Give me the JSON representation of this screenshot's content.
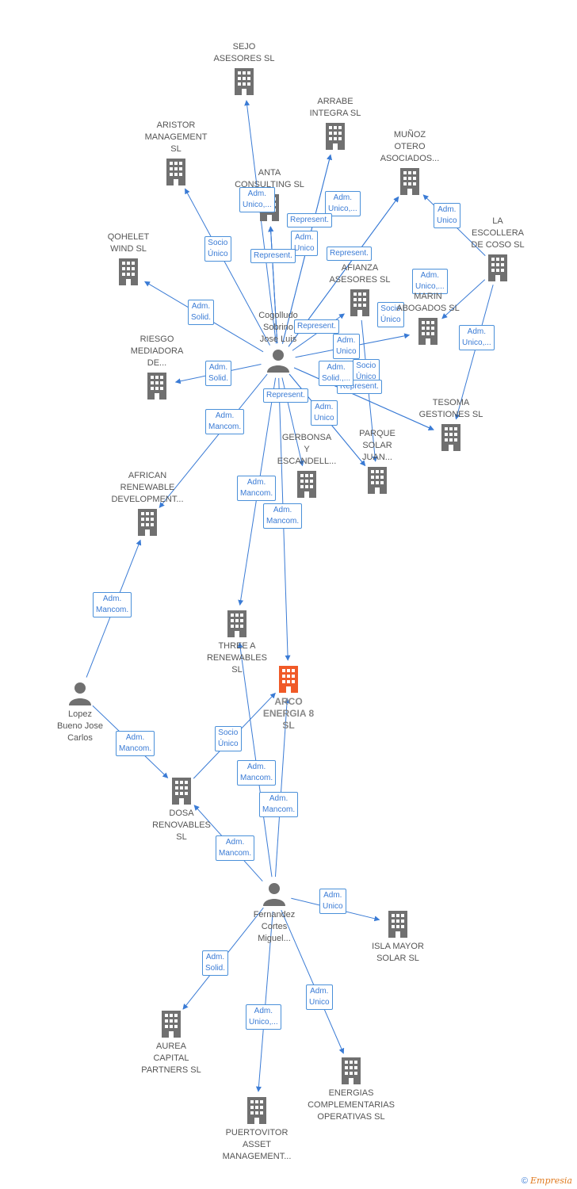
{
  "brand": {
    "copyright": "©",
    "name": "Empresia"
  },
  "colors": {
    "company": "#707070",
    "main": "#f05a28",
    "person": "#707070",
    "edge": "#3a7bd5"
  },
  "nodes": [
    {
      "id": "sejo",
      "kind": "company",
      "label": "SEJO\nASESORES SL"
    },
    {
      "id": "arrabe",
      "kind": "company",
      "label": "ARRABE\nINTEGRA SL"
    },
    {
      "id": "aristor",
      "kind": "company",
      "label": "ARISTOR\nMANAGEMENT\nSL"
    },
    {
      "id": "munoz",
      "kind": "company",
      "label": "MUÑOZ\nOTERO\nASOCIADOS..."
    },
    {
      "id": "anta",
      "kind": "company",
      "label": "ANTA\nCONSULTING SL"
    },
    {
      "id": "escollera",
      "kind": "company",
      "label": "LA\nESCOLLERA\nDE COSO  SL"
    },
    {
      "id": "qohelet",
      "kind": "company",
      "label": "QOHELET\nWIND  SL"
    },
    {
      "id": "afianza",
      "kind": "company",
      "label": "AFIANZA\nASESORES SL"
    },
    {
      "id": "marin",
      "kind": "company",
      "label": "MARIN\nABOGADOS  SL"
    },
    {
      "id": "cogolludo",
      "kind": "person",
      "label": "Cogolludo\nSobrino\nJose Luis"
    },
    {
      "id": "riesgo",
      "kind": "company",
      "label": "RIESGO\nMEDIADORA\nDE..."
    },
    {
      "id": "tesoma",
      "kind": "company",
      "label": "TESOMA\nGESTIONES SL"
    },
    {
      "id": "gerbonsa",
      "kind": "company",
      "label": "GERBONSA\nY\nESCANDELL..."
    },
    {
      "id": "parque",
      "kind": "company",
      "label": "PARQUE\nSOLAR\nJUAN..."
    },
    {
      "id": "african",
      "kind": "company",
      "label": "AFRICAN\nRENEWABLE\nDEVELOPMENT..."
    },
    {
      "id": "threea",
      "kind": "company",
      "label": "THREE A\nRENEWABLES\nSL"
    },
    {
      "id": "arco",
      "kind": "main",
      "label": "ARCO\nENERGIA 8\nSL"
    },
    {
      "id": "lopez",
      "kind": "person",
      "label": "Lopez\nBueno Jose\nCarlos"
    },
    {
      "id": "dosa",
      "kind": "company",
      "label": "DOSA\nRENOVABLES\nSL"
    },
    {
      "id": "fernandez",
      "kind": "person",
      "label": "Fernandez\nCortes\nMiguel..."
    },
    {
      "id": "isla",
      "kind": "company",
      "label": "ISLA MAYOR\nSOLAR  SL"
    },
    {
      "id": "aurea",
      "kind": "company",
      "label": "AUREA\nCAPITAL\nPARTNERS  SL"
    },
    {
      "id": "energias",
      "kind": "company",
      "label": "ENERGIAS\nCOMPLEMENTARIAS\nOPERATIVAS SL"
    },
    {
      "id": "puertovitor",
      "kind": "company",
      "label": "PUERTOVITOR\nASSET\nMANAGEMENT..."
    }
  ],
  "edges": [
    {
      "from": "cogolludo",
      "to": "sejo",
      "label": ""
    },
    {
      "from": "cogolludo",
      "to": "arrabe",
      "label": "Adm.\nUnico,..."
    },
    {
      "from": "cogolludo",
      "to": "arrabe",
      "label": ""
    },
    {
      "from": "cogolludo",
      "to": "aristor",
      "label": "Socio\nÚnico"
    },
    {
      "from": "cogolludo",
      "to": "anta",
      "label": "Adm.\nUnico,..."
    },
    {
      "from": "cogolludo",
      "to": "anta",
      "label": "Represent."
    },
    {
      "from": "cogolludo",
      "to": "anta",
      "label": "Adm.\nUnico"
    },
    {
      "from": "cogolludo",
      "to": "munoz",
      "label": "Represent."
    },
    {
      "from": "cogolludo",
      "to": "munoz",
      "label": "Represent."
    },
    {
      "from": "escollera",
      "to": "munoz",
      "label": "Adm.\nUnico"
    },
    {
      "from": "escollera",
      "to": "marin",
      "label": "Adm.\nUnico,..."
    },
    {
      "from": "escollera",
      "to": "tesoma",
      "label": "Adm.\nUnico,..."
    },
    {
      "from": "cogolludo",
      "to": "qohelet",
      "label": "Adm.\nSolid."
    },
    {
      "from": "cogolludo",
      "to": "afianza",
      "label": "Represent."
    },
    {
      "from": "cogolludo",
      "to": "marin",
      "label": "Adm.\nUnico"
    },
    {
      "from": "afianza",
      "to": "parque",
      "label": "Socio\nÚnico"
    },
    {
      "from": "cogolludo",
      "to": "riesgo",
      "label": "Adm.\nSolid."
    },
    {
      "from": "cogolludo",
      "to": "tesoma",
      "label": "Socio\nÚnico"
    },
    {
      "from": "cogolludo",
      "to": "tesoma",
      "label": "Represent."
    },
    {
      "from": "cogolludo",
      "to": "parque",
      "label": "Adm.\nSolid.,..."
    },
    {
      "from": "cogolludo",
      "to": "gerbonsa",
      "label": "Represent."
    },
    {
      "from": "cogolludo",
      "to": "parque",
      "label": "Adm.\nUnico"
    },
    {
      "from": "cogolludo",
      "to": "african",
      "label": "Adm.\nMancom."
    },
    {
      "from": "cogolludo",
      "to": "threea",
      "label": "Adm.\nMancom."
    },
    {
      "from": "cogolludo",
      "to": "arco",
      "label": "Adm.\nMancom."
    },
    {
      "from": "lopez",
      "to": "african",
      "label": "Adm.\nMancom."
    },
    {
      "from": "lopez",
      "to": "dosa",
      "label": "Adm.\nMancom."
    },
    {
      "from": "dosa",
      "to": "arco",
      "label": "Socio\nÚnico"
    },
    {
      "from": "fernandez",
      "to": "threea",
      "label": "Adm.\nMancom."
    },
    {
      "from": "fernandez",
      "to": "arco",
      "label": "Adm.\nMancom."
    },
    {
      "from": "fernandez",
      "to": "dosa",
      "label": "Adm.\nMancom."
    },
    {
      "from": "fernandez",
      "to": "isla",
      "label": "Adm.\nUnico"
    },
    {
      "from": "fernandez",
      "to": "aurea",
      "label": "Adm.\nSolid."
    },
    {
      "from": "fernandez",
      "to": "puertovitor",
      "label": "Adm.\nUnico,..."
    },
    {
      "from": "fernandez",
      "to": "energias",
      "label": "Adm.\nUnico"
    }
  ]
}
